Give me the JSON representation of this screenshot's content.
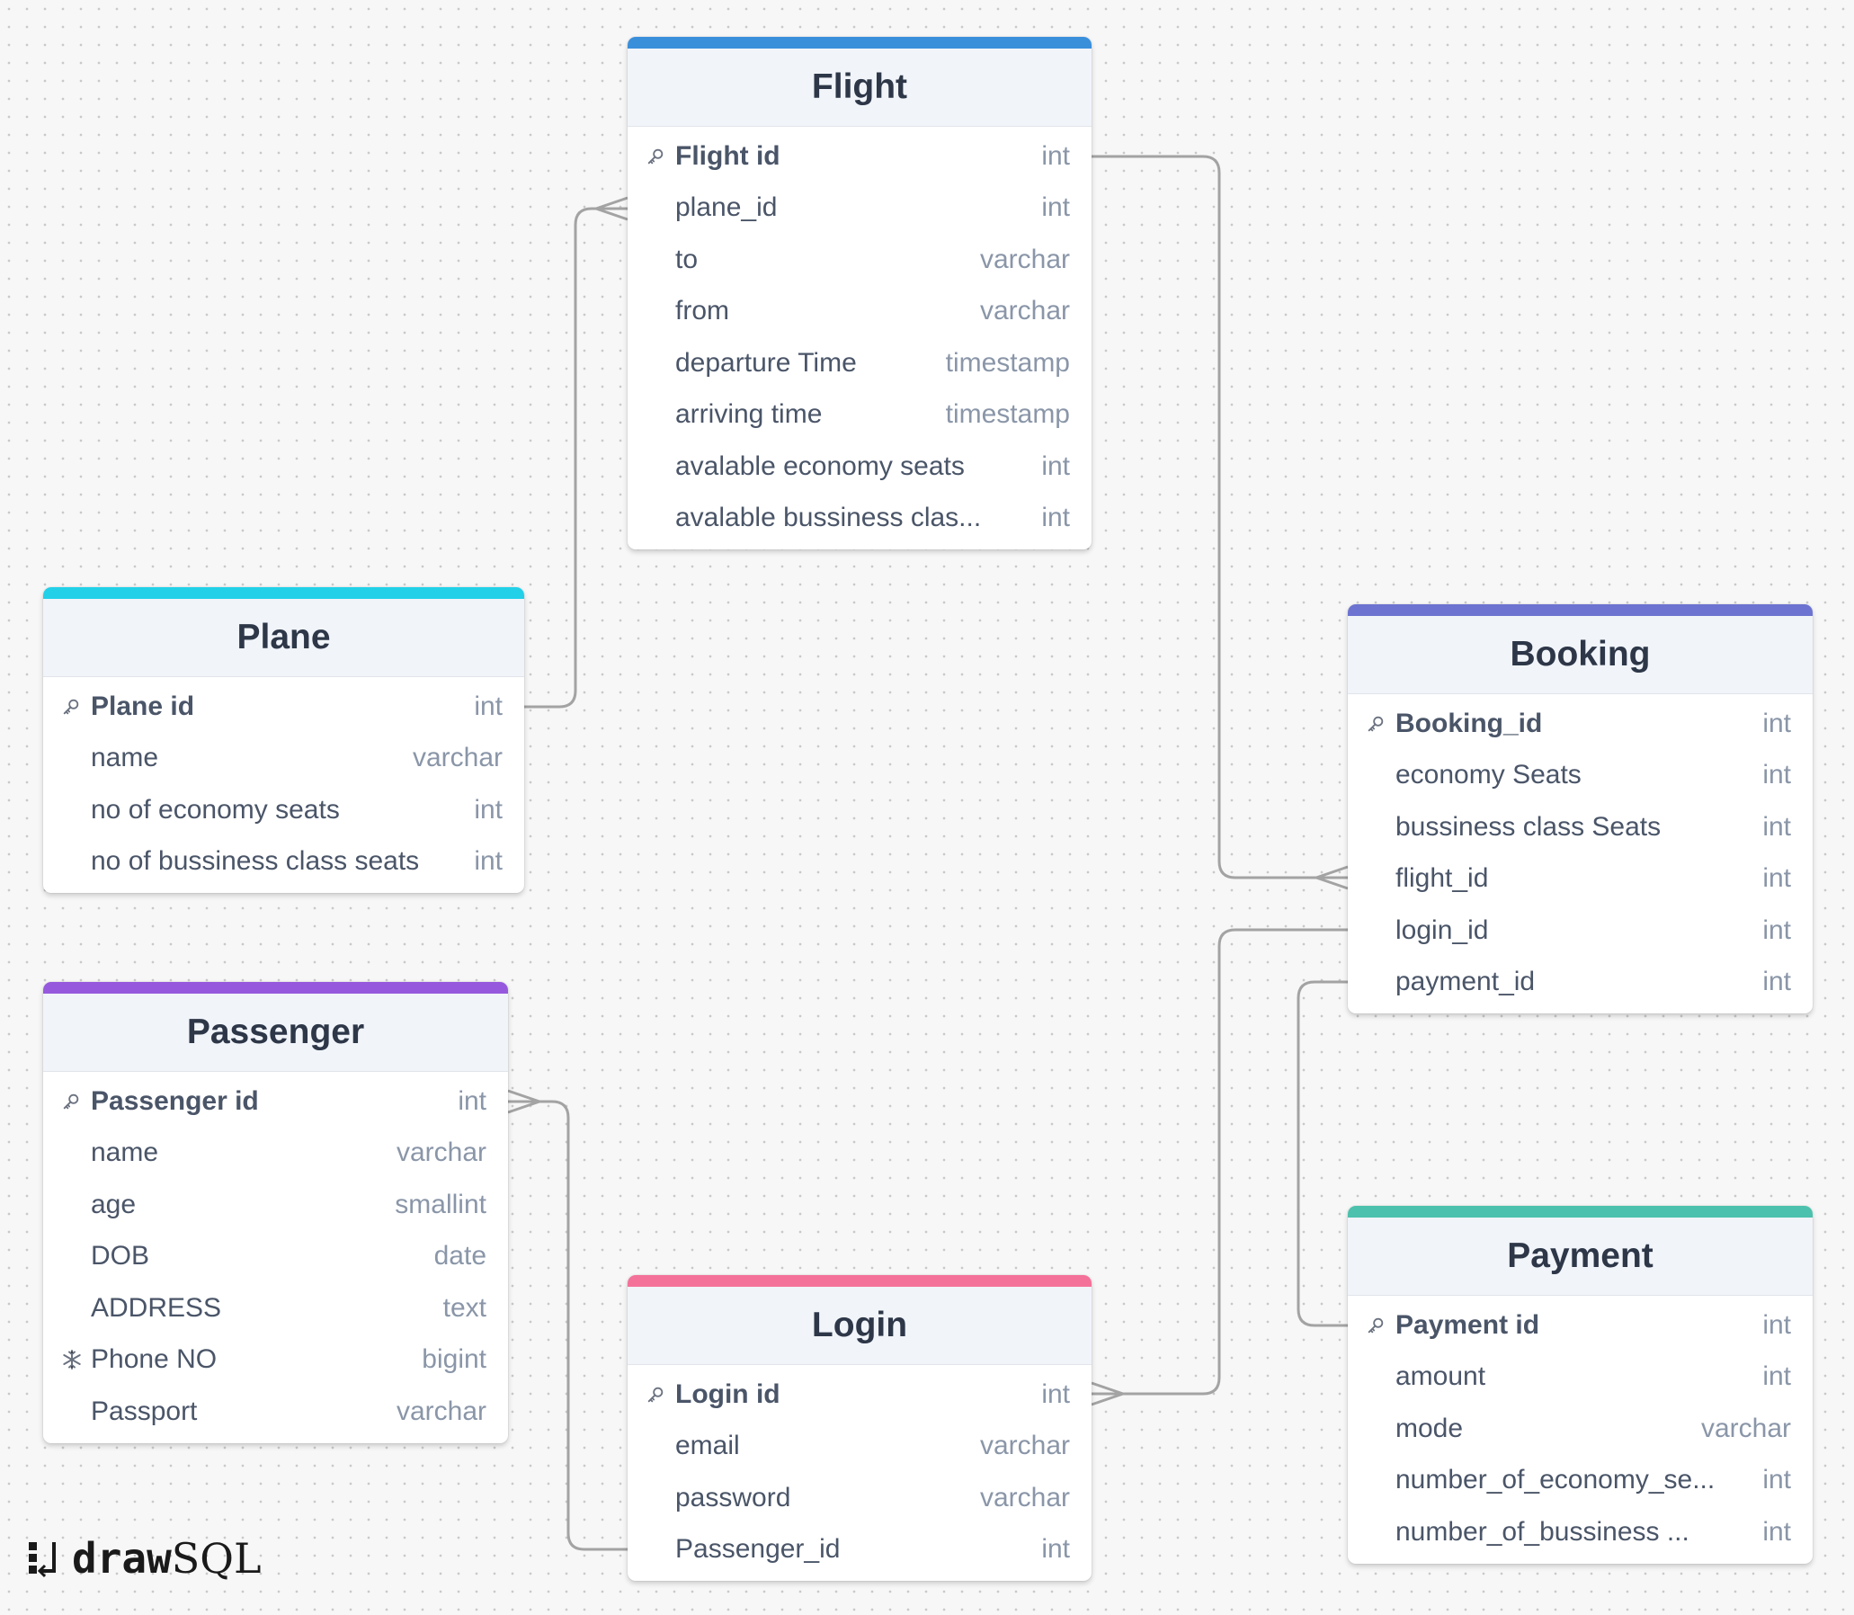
{
  "tables": {
    "flight": {
      "name": "Flight",
      "color": "#3a8fdb",
      "columns": [
        {
          "name": "Flight id",
          "type": "int",
          "pk": true
        },
        {
          "name": "plane_id",
          "type": "int"
        },
        {
          "name": "to",
          "type": "varchar"
        },
        {
          "name": "from",
          "type": "varchar"
        },
        {
          "name": "departure Time",
          "type": "timestamp"
        },
        {
          "name": "arriving time",
          "type": "timestamp"
        },
        {
          "name": "avalable economy seats",
          "type": "int"
        },
        {
          "name": "avalable bussiness clas...",
          "type": "int"
        }
      ]
    },
    "plane": {
      "name": "Plane",
      "color": "#22d0e8",
      "columns": [
        {
          "name": "Plane id",
          "type": "int",
          "pk": true
        },
        {
          "name": "name",
          "type": "varchar"
        },
        {
          "name": "no of economy seats",
          "type": "int"
        },
        {
          "name": "no of bussiness class seats",
          "type": "int"
        }
      ]
    },
    "booking": {
      "name": "Booking",
      "color": "#6c73d0",
      "columns": [
        {
          "name": "Booking_id",
          "type": "int",
          "pk": true
        },
        {
          "name": "economy Seats",
          "type": "int"
        },
        {
          "name": "bussiness class Seats",
          "type": "int"
        },
        {
          "name": "flight_id",
          "type": "int"
        },
        {
          "name": "login_id",
          "type": "int"
        },
        {
          "name": "payment_id",
          "type": "int"
        }
      ]
    },
    "passenger": {
      "name": "Passenger",
      "color": "#9659dd",
      "columns": [
        {
          "name": "Passenger id",
          "type": "int",
          "pk": true
        },
        {
          "name": "name",
          "type": "varchar"
        },
        {
          "name": "age",
          "type": "smallint"
        },
        {
          "name": "DOB",
          "type": "date"
        },
        {
          "name": "ADDRESS",
          "type": "text"
        },
        {
          "name": "Phone NO",
          "type": "bigint",
          "unique": true
        },
        {
          "name": "Passport",
          "type": "varchar"
        }
      ]
    },
    "login": {
      "name": "Login",
      "color": "#f47199",
      "columns": [
        {
          "name": "Login id",
          "type": "int",
          "pk": true
        },
        {
          "name": "email",
          "type": "varchar"
        },
        {
          "name": "password",
          "type": "varchar"
        },
        {
          "name": "Passenger_id",
          "type": "int"
        }
      ]
    },
    "payment": {
      "name": "Payment",
      "color": "#4cc1ad",
      "columns": [
        {
          "name": "Payment id",
          "type": "int",
          "pk": true
        },
        {
          "name": "amount",
          "type": "int"
        },
        {
          "name": "mode",
          "type": "varchar"
        },
        {
          "name": "number_of_economy_se...",
          "type": "int"
        },
        {
          "name": "number_of_bussiness ...",
          "type": "int"
        }
      ]
    }
  },
  "relation_color": "#a3a3a3",
  "logo": {
    "part1": "draw",
    "part2": "SQL"
  }
}
